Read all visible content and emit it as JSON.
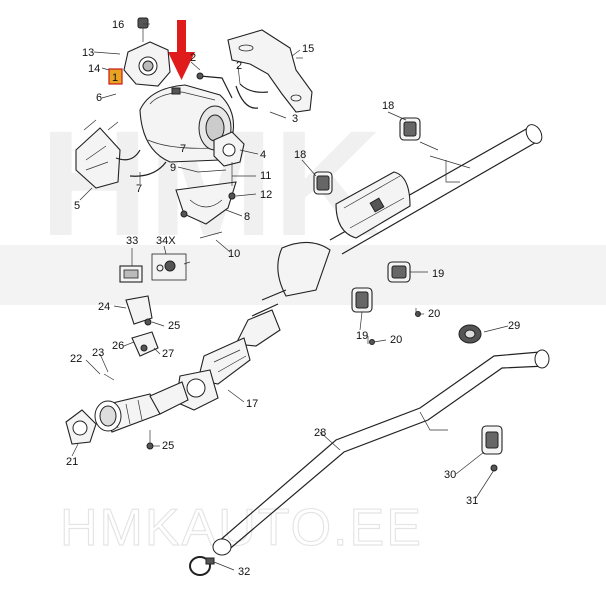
{
  "watermark": {
    "logo_text": "HMK",
    "footer_text": "HMKAUTO.EE"
  },
  "highlight": {
    "label": "1",
    "color": "#e8a321",
    "arrow_color": "#e01b1b"
  },
  "callouts": [
    "1",
    "2",
    "2",
    "3",
    "4",
    "5",
    "6",
    "7",
    "7",
    "8",
    "9",
    "10",
    "11",
    "12",
    "13",
    "14",
    "15",
    "16",
    "17",
    "18",
    "18",
    "19",
    "19",
    "20",
    "20",
    "21",
    "22",
    "23",
    "24",
    "25",
    "25",
    "26",
    "27",
    "28",
    "29",
    "30",
    "31",
    "32",
    "33",
    "34X"
  ]
}
